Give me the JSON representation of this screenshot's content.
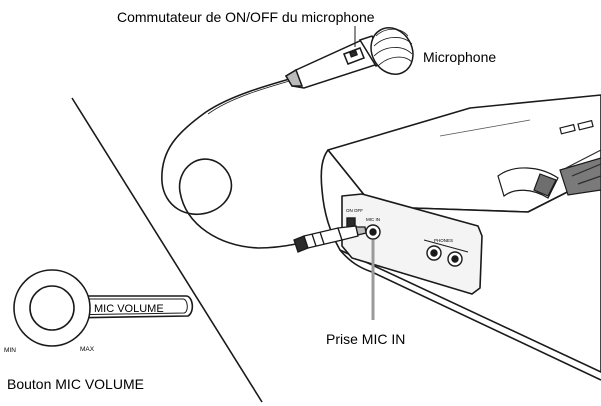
{
  "labels": {
    "mic_switch": "Commutateur de ON/OFF du microphone",
    "microphone": "Microphone",
    "mic_in_jack": "Prise MIC IN",
    "mic_volume_knob": "Bouton MIC VOLUME"
  },
  "knob": {
    "name_label": "MIC VOLUME",
    "min_label": "MIN",
    "max_label": "MAX"
  },
  "device": {
    "switch_label": "ON OFF",
    "jack_label": "MIC IN",
    "phones_label": "PHONES"
  },
  "colors": {
    "line": "#1a1a1a",
    "callout_gray": "#9a9a9a",
    "panel_gray": "#6e6e6e",
    "background": "#ffffff"
  }
}
